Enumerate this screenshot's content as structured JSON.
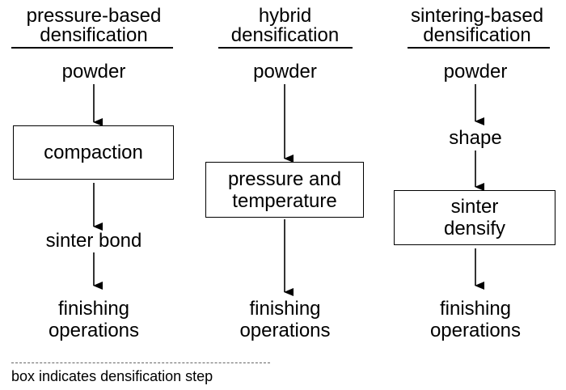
{
  "columns": [
    {
      "id": "pressure",
      "header": [
        "pressure-based",
        "densification"
      ],
      "steps": [
        {
          "text": "powder",
          "boxed": false
        },
        {
          "text": "compaction",
          "boxed": true
        },
        {
          "text": "sinter bond",
          "boxed": false
        },
        {
          "text": "finishing operations",
          "boxed": false
        }
      ]
    },
    {
      "id": "hybrid",
      "header": [
        "hybrid",
        "densification"
      ],
      "steps": [
        {
          "text": "powder",
          "boxed": false
        },
        {
          "text": "pressure and temperature",
          "boxed": true
        },
        {
          "text": "finishing operations",
          "boxed": false
        }
      ]
    },
    {
      "id": "sintering",
      "header": [
        "sintering-based",
        "densification"
      ],
      "steps": [
        {
          "text": "powder",
          "boxed": false
        },
        {
          "text": "shape",
          "boxed": false
        },
        {
          "text": "sinter densify",
          "boxed": true
        },
        {
          "text": "finishing operations",
          "boxed": false
        }
      ]
    }
  ],
  "footnote": "box indicates densification step"
}
